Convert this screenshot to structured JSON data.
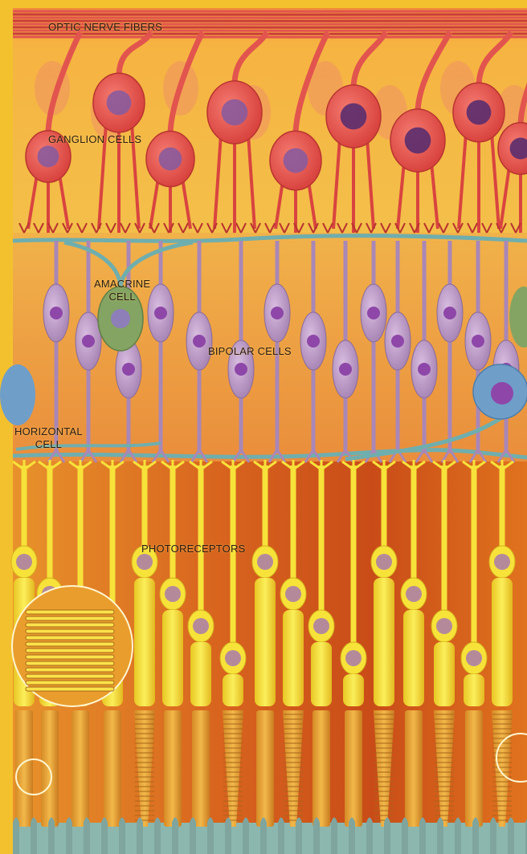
{
  "labels": {
    "optic_nerve_fibers": "OPTIC NERVE FIBERS",
    "ganglion_cells": "GANGLION CELLS",
    "amacrine_cell_line1": "AMACRINE",
    "amacrine_cell_line2": "CELL",
    "bipolar_cells": "BIPOLAR CELLS",
    "horizontal_cell_line1": "HORIZONTAL",
    "horizontal_cell_line2": "CELL",
    "photoreceptors": "PHOTORECEPTORS"
  },
  "colors": {
    "frame": "#f4c12e",
    "ganglion_layer": "#f6b341",
    "nerve_fiber": "#e2544e",
    "ganglion_cell": "#ea5a55",
    "ganglion_nucleus": "#8a5b9c",
    "bipolar_layer": "#eea04a",
    "bipolar_cell": "#c8a3cf",
    "bipolar_nucleus": "#8e47a8",
    "amacrine_cell": "#84a463",
    "horizontal_cell": "#6f9ec9",
    "dendrite": "#6faeae",
    "photoreceptor_layer": "#d8641e",
    "photoreceptor": "#f7e23a",
    "cone_segment": "#e7a73a",
    "epithelium": "#8cb7ae"
  }
}
